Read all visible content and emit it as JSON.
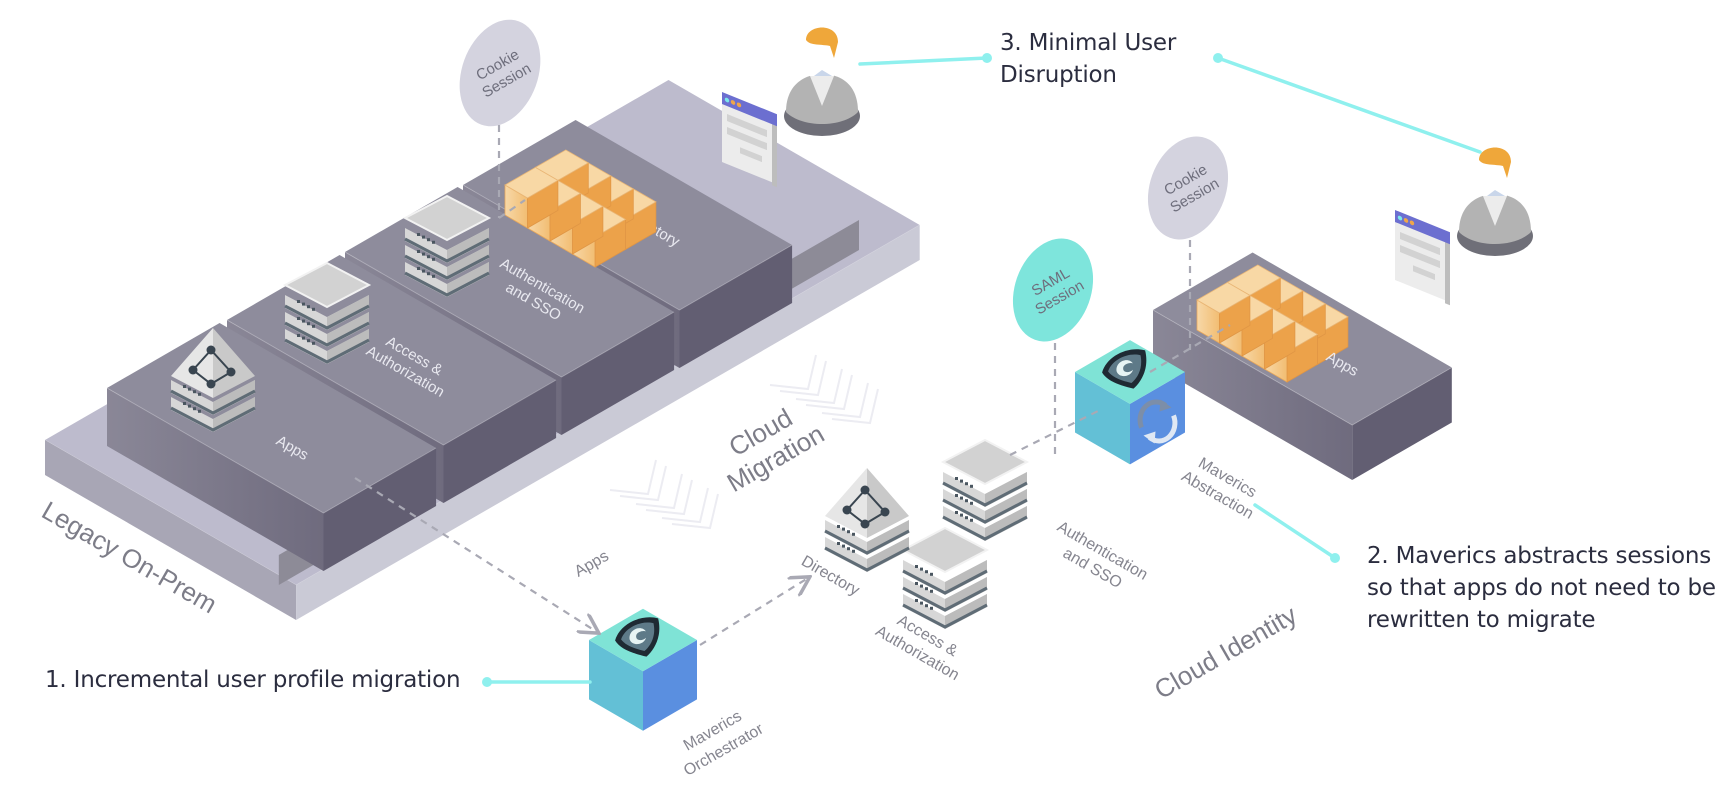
{
  "diagram": {
    "zones": {
      "legacy": "Legacy On-Prem",
      "migration": [
        "Cloud",
        "Migration"
      ],
      "cloud": "Cloud Identity"
    },
    "legacy_blocks": [
      {
        "id": "directory",
        "label": [
          "Directory"
        ],
        "icon": "directory-icon"
      },
      {
        "id": "access",
        "label": [
          "Access &",
          "Authorization"
        ],
        "icon": "server-stack-icon"
      },
      {
        "id": "authn",
        "label": [
          "Authentication",
          "and SSO"
        ],
        "icon": "server-stack-icon"
      },
      {
        "id": "apps",
        "label": [
          "Apps"
        ],
        "icon": "app-boxes-icon"
      }
    ],
    "legacy_session": [
      "Cookie",
      "Session"
    ],
    "cloud_sessions": {
      "saml": [
        "SAML",
        "Session"
      ],
      "cookie": [
        "Cookie",
        "Session"
      ]
    },
    "cloud_components": {
      "directory": [
        "Directory"
      ],
      "access": [
        "Access &",
        "Authorization"
      ],
      "authn": [
        "Authentication",
        "and SSO"
      ],
      "apps": [
        "Apps"
      ],
      "small_apps": "Apps"
    },
    "orchestrator": {
      "label": [
        "Maverics",
        "Orchestrator"
      ],
      "icon": "maverics-shield-icon"
    },
    "abstraction": {
      "label": [
        "Maverics",
        "Abstraction"
      ],
      "icon": "maverics-shield-icon"
    },
    "callouts": [
      {
        "id": "c1",
        "text": "1. Incremental user profile migration"
      },
      {
        "id": "c2",
        "text": "2. Maverics abstracts sessions so that apps do not need to be rewritten to migrate"
      },
      {
        "id": "c3",
        "text": "3. Minimal User Disruption"
      }
    ],
    "colors": {
      "accent_line": "#8ff0ee",
      "block_top": "#8e8c9c",
      "block_left": "#7b7889",
      "block_right": "#625e72",
      "platform_top": "#bdbbcd",
      "platform_left": "#a9a7b6",
      "platform_right": "#8b8996",
      "teal": "#7fe3d6",
      "cube_left": "#5fbdd8",
      "cube_right": "#5a8fe0",
      "bubble_gray": "#d4d3df",
      "bubble_teal": "#7ee5dc",
      "apps_orange": "#f3c27e",
      "text_dark": "#2b2d3f"
    }
  }
}
